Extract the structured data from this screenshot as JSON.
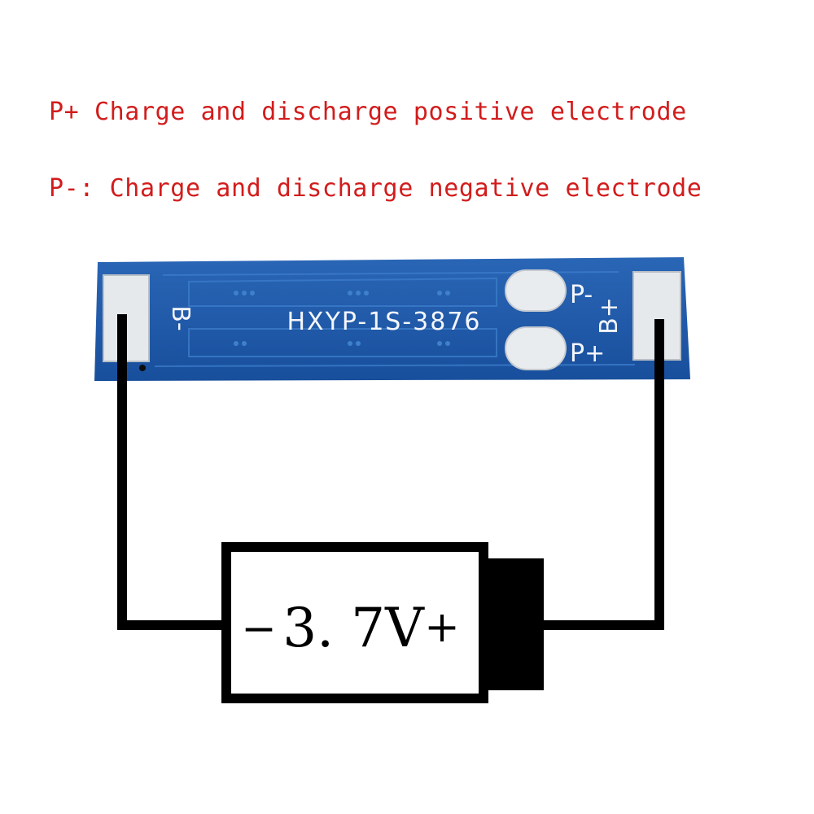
{
  "captions": {
    "p_plus": "P+ Charge and discharge positive electrode",
    "p_minus": "P-: Charge and discharge negative electrode"
  },
  "board": {
    "model": "HXYP-1S-3876",
    "label_b_minus": "B-",
    "label_b_plus": "B+",
    "label_p_minus": "P-",
    "label_p_plus": "P+"
  },
  "battery": {
    "minus_sign": "−",
    "voltage": "3. 7V",
    "plus_sign": "+"
  },
  "colors": {
    "caption": "#d21c1c",
    "pcb": "#1d58a8",
    "pad": "#e9ecef",
    "wire": "#000000"
  }
}
